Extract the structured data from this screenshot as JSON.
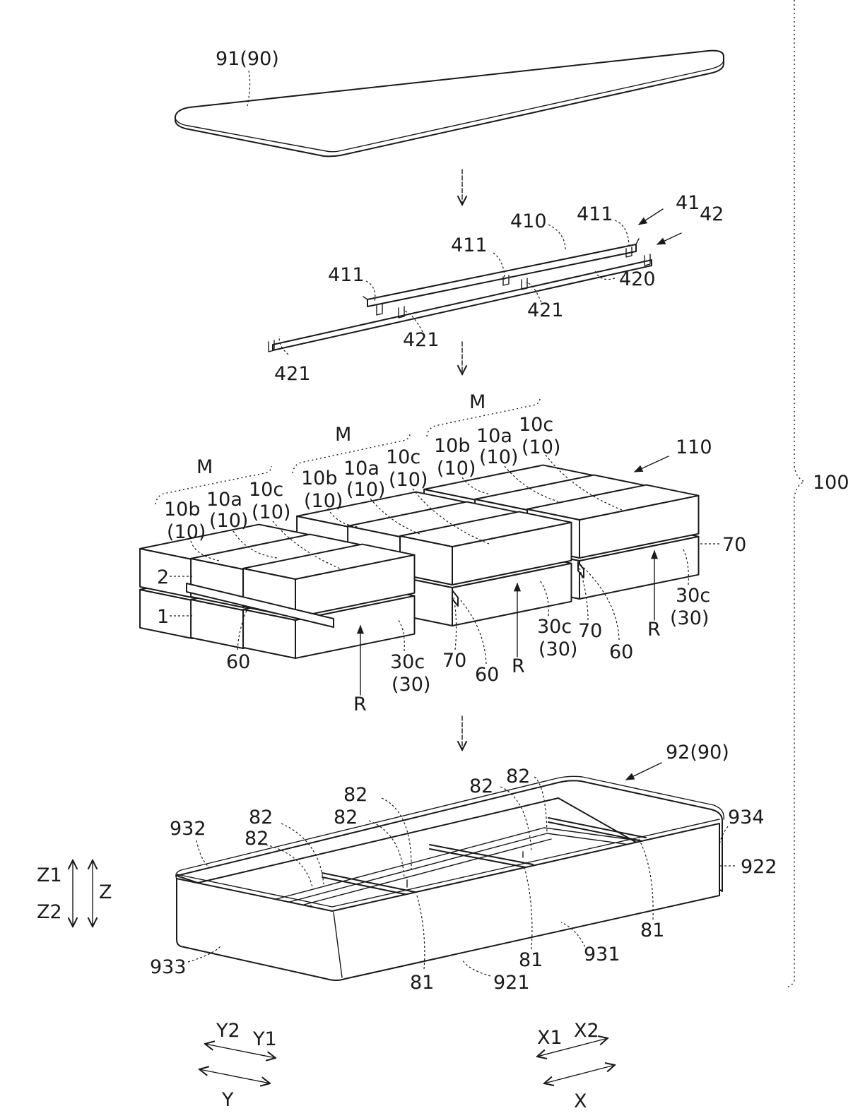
{
  "labels": {
    "lid": "91(90)",
    "n41": "41",
    "n42": "42",
    "n410": "410",
    "n411": "411",
    "n420": "420",
    "n421": "421",
    "M": "M",
    "n110": "110",
    "n100": "100",
    "b10a": "10a",
    "b10b": "10b",
    "b10c": "10c",
    "p10": "(10)",
    "n1": "1",
    "n2": "2",
    "n60": "60",
    "n70": "70",
    "n30c": "30c",
    "p30": "(30)",
    "R": "R",
    "tray": "92(90)",
    "n81": "81",
    "n82": "82",
    "n921": "921",
    "n922": "922",
    "n931": "931",
    "n932": "932",
    "n933": "933",
    "n934": "934",
    "Z": "Z",
    "Z1": "Z1",
    "Z2": "Z2",
    "Y": "Y",
    "Y1": "Y1",
    "Y2": "Y2",
    "X": "X",
    "X1": "X1",
    "X2": "X2"
  }
}
